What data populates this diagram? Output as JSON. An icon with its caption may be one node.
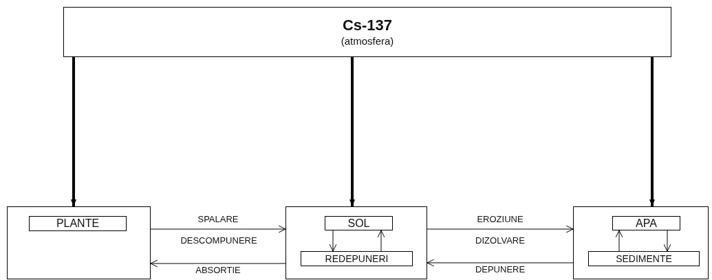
{
  "diagram": {
    "nodes": [
      {
        "text": [
          "Cs-137",
          "(atmosfera)"
        ]
      },
      {
        "text": [],
        "shape": "box"
      },
      {
        "text": [
          "PLANTE"
        ],
        "in": 1
      },
      {
        "text": [],
        "shape": "box"
      },
      {
        "text": [
          "SOL"
        ],
        "in": 3
      },
      {
        "text": [
          "REDEPUNERI"
        ],
        "in": 3
      },
      {
        "text": [],
        "shape": "box"
      },
      {
        "text": [
          "APA"
        ],
        "in": 6
      },
      {
        "text": [
          "SEDIMENTE"
        ],
        "in": 6
      }
    ],
    "edges": [
      {
        "from": 0,
        "to": 1,
        "arrow": "to",
        "style": "thick"
      },
      {
        "from": 0,
        "to": 3,
        "arrow": "to",
        "style": "thick"
      },
      {
        "from": 0,
        "to": 6,
        "arrow": "to",
        "style": "thick"
      },
      {
        "from": 1,
        "to": 3,
        "arrow": "to",
        "label": "SPALARE"
      },
      {
        "from": 3,
        "to": 1,
        "arrow": "to",
        "label": "ABSORTIE"
      },
      {
        "from": 3,
        "to": 6,
        "arrow": "to",
        "label": "EROZIUNE"
      },
      {
        "from": 6,
        "to": 3,
        "arrow": "to",
        "label": "DEPUNERE"
      },
      {
        "from": 4,
        "to": 5,
        "arrow": "to"
      },
      {
        "from": 5,
        "to": 4,
        "arrow": "to"
      },
      {
        "from": 7,
        "to": 8,
        "arrow": "to"
      },
      {
        "from": 8,
        "to": 7,
        "arrow": "to"
      }
    ],
    "labels": [
      "DESCOMPUNERE",
      "DIZOLVARE"
    ]
  }
}
